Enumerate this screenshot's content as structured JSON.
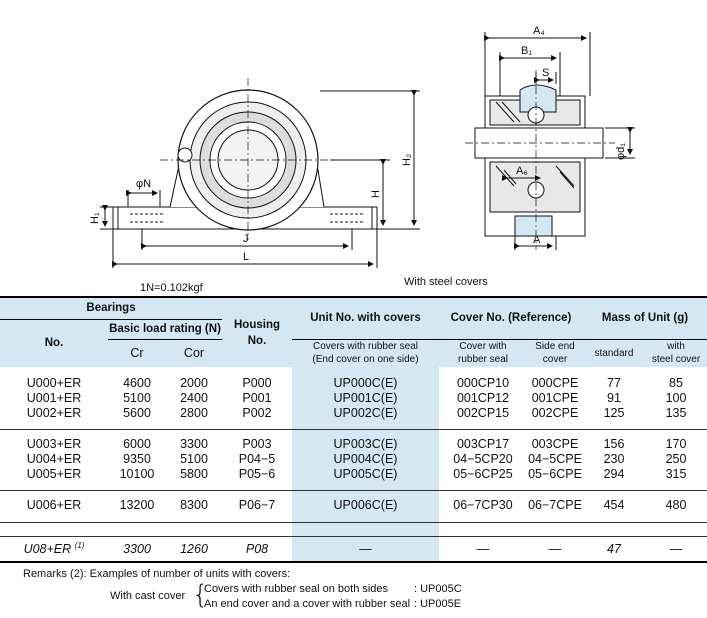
{
  "drawing": {
    "labels": {
      "a4": "A₄",
      "b1": "B₁",
      "s": "S",
      "phi_d1": "φd₁",
      "a6": "A₆",
      "a": "A",
      "h2": "H₂",
      "h": "H",
      "h1": "H₁",
      "phi_n": "φN",
      "j": "J",
      "l": "L"
    },
    "unit_note": "1N=0.102kgf",
    "steel_cover_caption": "With steel covers"
  },
  "table": {
    "headers": {
      "bearings": "Bearings",
      "no": "No.",
      "basic_load": "Basic load rating (N)",
      "cr": "Cr",
      "cor": "Cor",
      "housing": "Housing",
      "housing_no": "No.",
      "unit_no": "Unit No. with covers",
      "unit_sub": "Covers with rubber seal",
      "unit_sub2": "(End cover on one side)",
      "cover_no": "Cover No. (Reference)",
      "cover_rubber": "Cover with",
      "cover_rubber2": "rubber seal",
      "side_end": "Side end",
      "side_end2": "cover",
      "mass": "Mass of Unit (g)",
      "standard": "standard",
      "with_steel": "with",
      "with_steel2": "steel cover"
    },
    "groups": [
      [
        {
          "no": "U000+ER",
          "cr": "4600",
          "cor": "2000",
          "housing": "P000",
          "unit": "UP000C(E)",
          "cover": "000CP10",
          "side": "000CPE",
          "std": "77",
          "steel": "85"
        },
        {
          "no": "U001+ER",
          "cr": "5100",
          "cor": "2400",
          "housing": "P001",
          "unit": "UP001C(E)",
          "cover": "001CP12",
          "side": "001CPE",
          "std": "91",
          "steel": "100"
        },
        {
          "no": "U002+ER",
          "cr": "5600",
          "cor": "2800",
          "housing": "P002",
          "unit": "UP002C(E)",
          "cover": "002CP15",
          "side": "002CPE",
          "std": "125",
          "steel": "135"
        }
      ],
      [
        {
          "no": "U003+ER",
          "cr": "6000",
          "cor": "3300",
          "housing": "P003",
          "unit": "UP003C(E)",
          "cover": "003CP17",
          "side": "003CPE",
          "std": "156",
          "steel": "170"
        },
        {
          "no": "U004+ER",
          "cr": "9350",
          "cor": "5100",
          "housing": "P04−5",
          "unit": "UP004C(E)",
          "cover": "04−5CP20",
          "side": "04−5CPE",
          "std": "230",
          "steel": "250"
        },
        {
          "no": "U005+ER",
          "cr": "10100",
          "cor": "5800",
          "housing": "P05−6",
          "unit": "UP005C(E)",
          "cover": "05−6CP25",
          "side": "05−6CPE",
          "std": "294",
          "steel": "315"
        }
      ],
      [
        {
          "no": "U006+ER",
          "cr": "13200",
          "cor": "8300",
          "housing": "P06−7",
          "unit": "UP006C(E)",
          "cover": "06−7CP30",
          "side": "06−7CPE",
          "std": "454",
          "steel": "480"
        }
      ]
    ],
    "special": {
      "no": "U08+ER",
      "sup": "(1)",
      "cr": "3300",
      "cor": "1260",
      "housing": "P08",
      "unit": "—",
      "cover": "—",
      "side": "—",
      "std": "47",
      "steel": "—"
    }
  },
  "remarks": {
    "title": "Remarks (2): Examples of number of units  with covers:",
    "cast_cover": "With cast cover",
    "line1": "Covers with rubber seal on both sides",
    "line1_code": ": UP005C",
    "line2": "An end cover and a cover with rubber seal",
    "line2_code": ": UP005E"
  }
}
